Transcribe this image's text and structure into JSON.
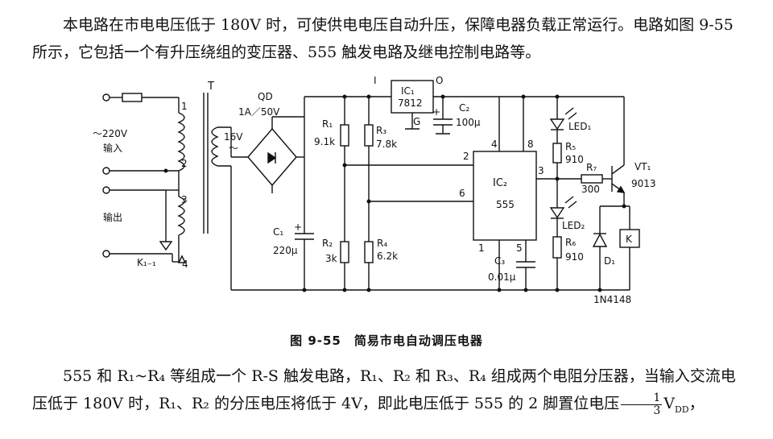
{
  "text": {
    "para1": "本电路在市电电压低于 180V 时，可使供电电压自动升压，保障电器负载正常运行。电路如图 9-55 所示，它包括一个有升压绕组的变压器、555 触发电路及继电控制电路等。",
    "caption": "图 9-55　简易市电自动调压电器",
    "para2_main": "555 和 R₁~R₄ 等组成一个 R-S 触发电路，R₁、R₂ 和 R₃、R₄ 组成两个电阻分压器，当输入交流电压低于 180V 时，R₁、R₂ 的分压电压将低于 4V，即此电压低于 555 的 2 脚置位电压",
    "frac_num": "1",
    "frac_den": "3",
    "vdd_main": "V",
    "vdd_sub": "DD",
    "para2_end": "，"
  },
  "labels": {
    "T": "T",
    "ac_in": "～220V",
    "input": "输入",
    "output": "输出",
    "w1": "1",
    "w2": "2",
    "w3": "3",
    "w4": "4",
    "k11": "K₁₋₁",
    "qd": "QD",
    "qd_rating": "1A／50V",
    "sec_v": "16V",
    "sec_tilde": "～",
    "I": "I",
    "O": "O",
    "G": "G",
    "ic1": "IC₁",
    "ic1_part": "7812",
    "c2": "C₂",
    "c2_val": "100μ",
    "r1": "R₁",
    "r1_val": "9.1k",
    "r3": "R₃",
    "r3_val": "7.8k",
    "r2": "R₂",
    "r2_val": "3k",
    "r4": "R₄",
    "r4_val": "6.2k",
    "c1": "C₁",
    "c1_val": "220μ",
    "ic2": "IC₂",
    "ic2_part": "555",
    "pin2": "2",
    "pin4": "4",
    "pin8": "8",
    "pin3": "3",
    "pin6": "6",
    "pin1": "1",
    "pin5": "5",
    "c3": "C₃",
    "c3_val": "0.01μ",
    "led1": "LED₁",
    "led2": "LED₂",
    "r5": "R₅",
    "r5_val": "910",
    "r6": "R₆",
    "r6_val": "910",
    "r7": "R₇",
    "r7_val": "300",
    "vt1": "VT₁",
    "vt1_part": "9013",
    "k": "K",
    "d1": "D₁",
    "d1_part": "1N4148",
    "plus": "+"
  }
}
